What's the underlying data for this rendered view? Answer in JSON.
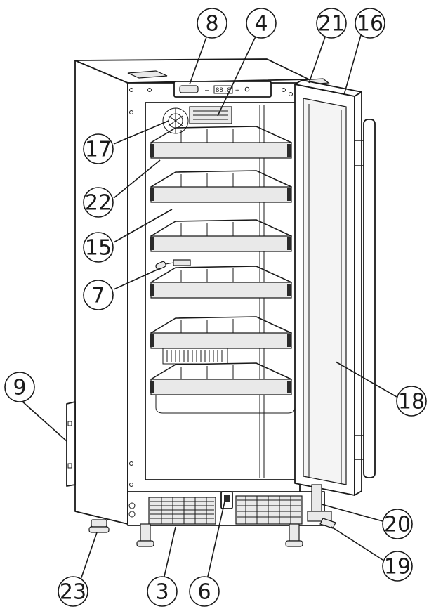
{
  "callouts": [
    {
      "id": "c8",
      "label": "8"
    },
    {
      "id": "c4",
      "label": "4"
    },
    {
      "id": "c21",
      "label": "21"
    },
    {
      "id": "c16",
      "label": "16"
    },
    {
      "id": "c17",
      "label": "17"
    },
    {
      "id": "c22",
      "label": "22"
    },
    {
      "id": "c15",
      "label": "15"
    },
    {
      "id": "c7",
      "label": "7"
    },
    {
      "id": "c9",
      "label": "9"
    },
    {
      "id": "c18",
      "label": "18"
    },
    {
      "id": "c20",
      "label": "20"
    },
    {
      "id": "c19",
      "label": "19"
    },
    {
      "id": "c23",
      "label": "23"
    },
    {
      "id": "c3",
      "label": "3"
    },
    {
      "id": "c6",
      "label": "6"
    }
  ],
  "control_panel": {
    "minus": "–",
    "readout": "88.8",
    "plus": "+"
  }
}
